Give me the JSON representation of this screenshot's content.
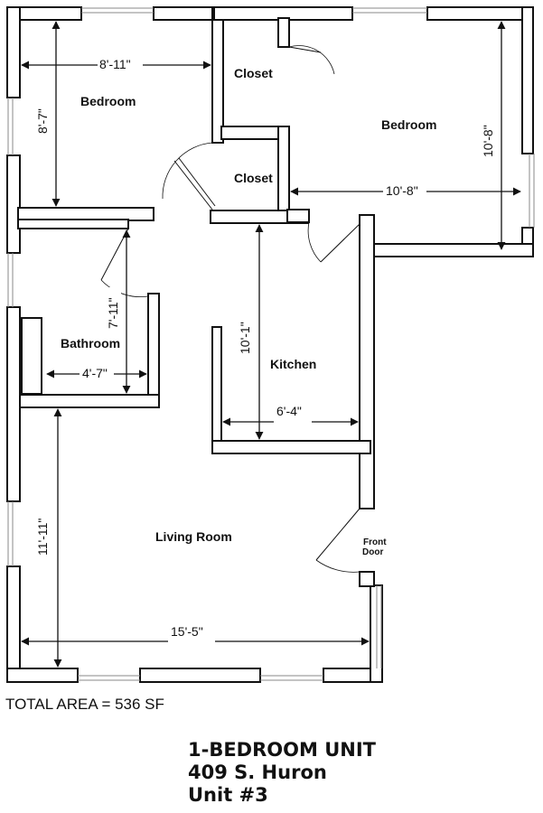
{
  "rooms": {
    "bedroom_left": "Bedroom",
    "bedroom_right": "Bedroom",
    "closet_top": "Closet",
    "closet_mid": "Closet",
    "bathroom": "Bathroom",
    "kitchen": "Kitchen",
    "living_room": "Living Room",
    "front_door_line1": "Front",
    "front_door_line2": "Door"
  },
  "dimensions": {
    "bedroom_left_width": "8'-11\"",
    "bedroom_left_height": "8'-7\"",
    "bedroom_right_width": "10'-8\"",
    "bedroom_right_height": "10'-8\"",
    "bathroom_width": "4'-7\"",
    "bathroom_height": "7'-11\"",
    "kitchen_height": "10'-1\"",
    "kitchen_width": "6'-4\"",
    "living_height": "11'-11\"",
    "living_width": "15'-5\""
  },
  "total_area": "TOTAL AREA = 536 SF",
  "title": {
    "line1": "1-BEDROOM UNIT",
    "line2": "409 S. Huron",
    "line3": "Unit #3"
  }
}
